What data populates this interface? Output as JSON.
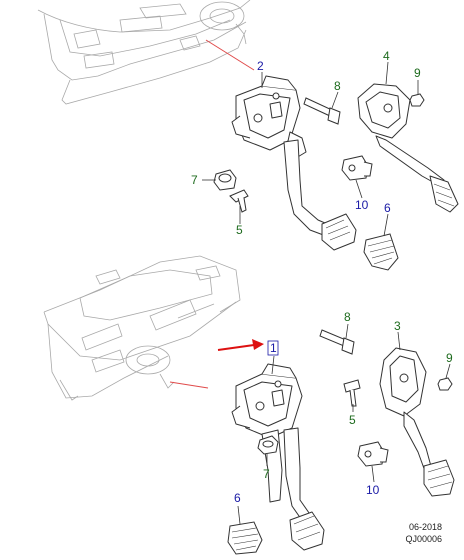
{
  "colors": {
    "line": "#333333",
    "light_line": "#a9a9a9",
    "callout_green": "#1e6b1e",
    "callout_blue": "#1a1aa6",
    "leader_red": "#e04a4a",
    "arrow_red": "#dd1111"
  },
  "callouts_top": {
    "c2": "2",
    "c8": "8",
    "c4": "4",
    "c9": "9",
    "c7": "7",
    "c5": "5",
    "c10": "10",
    "c6": "6"
  },
  "callouts_bottom": {
    "c1": "1",
    "c8": "8",
    "c3": "3",
    "c9": "9",
    "c5": "5",
    "c7": "7",
    "c10": "10",
    "c6": "6"
  },
  "footer": {
    "date": "06-2018",
    "code": "QJ00006"
  }
}
